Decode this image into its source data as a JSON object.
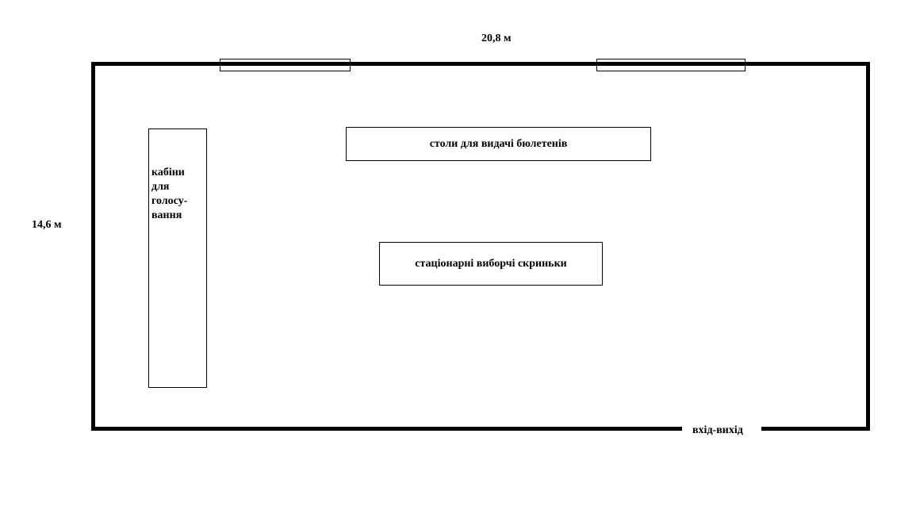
{
  "dimensions": {
    "width_label": "20,8 м",
    "height_label": "14,6 м"
  },
  "zones": {
    "tables": "столи для видачі бюлетенів",
    "ballot_boxes": "стаціонарні виборчі скриньки",
    "booths": [
      "кабіни",
      "для",
      "голосу-",
      "вання"
    ]
  },
  "entrance": "вхід-вихід"
}
